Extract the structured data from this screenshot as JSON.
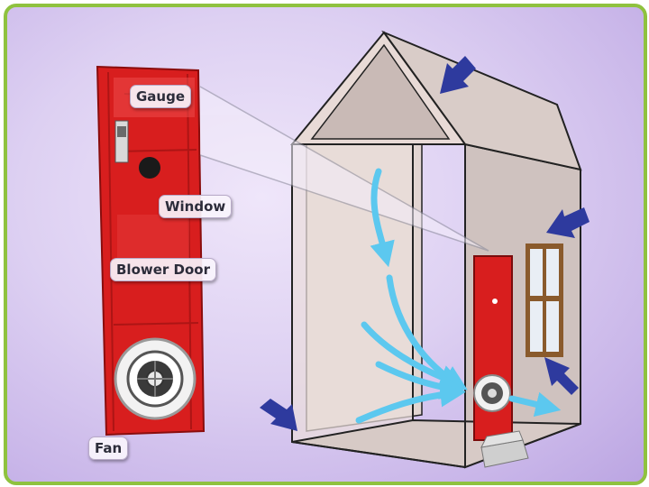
{
  "labels": {
    "gauge": "Gauge",
    "window": "Window",
    "blower_door": "Blower Door",
    "fan": "Fan"
  },
  "icons": {
    "infiltration_arrows": "arrow-icon",
    "airflow_arrows": "airflow-arrow-icon"
  },
  "colors": {
    "frame_border": "#8fc23f",
    "background": "#d4c5ef",
    "blower_door": "#d81e1e",
    "house_wall": "#e8dad6",
    "infiltration_arrow": "#2e3a9e",
    "airflow_arrow": "#5cc8ef"
  }
}
